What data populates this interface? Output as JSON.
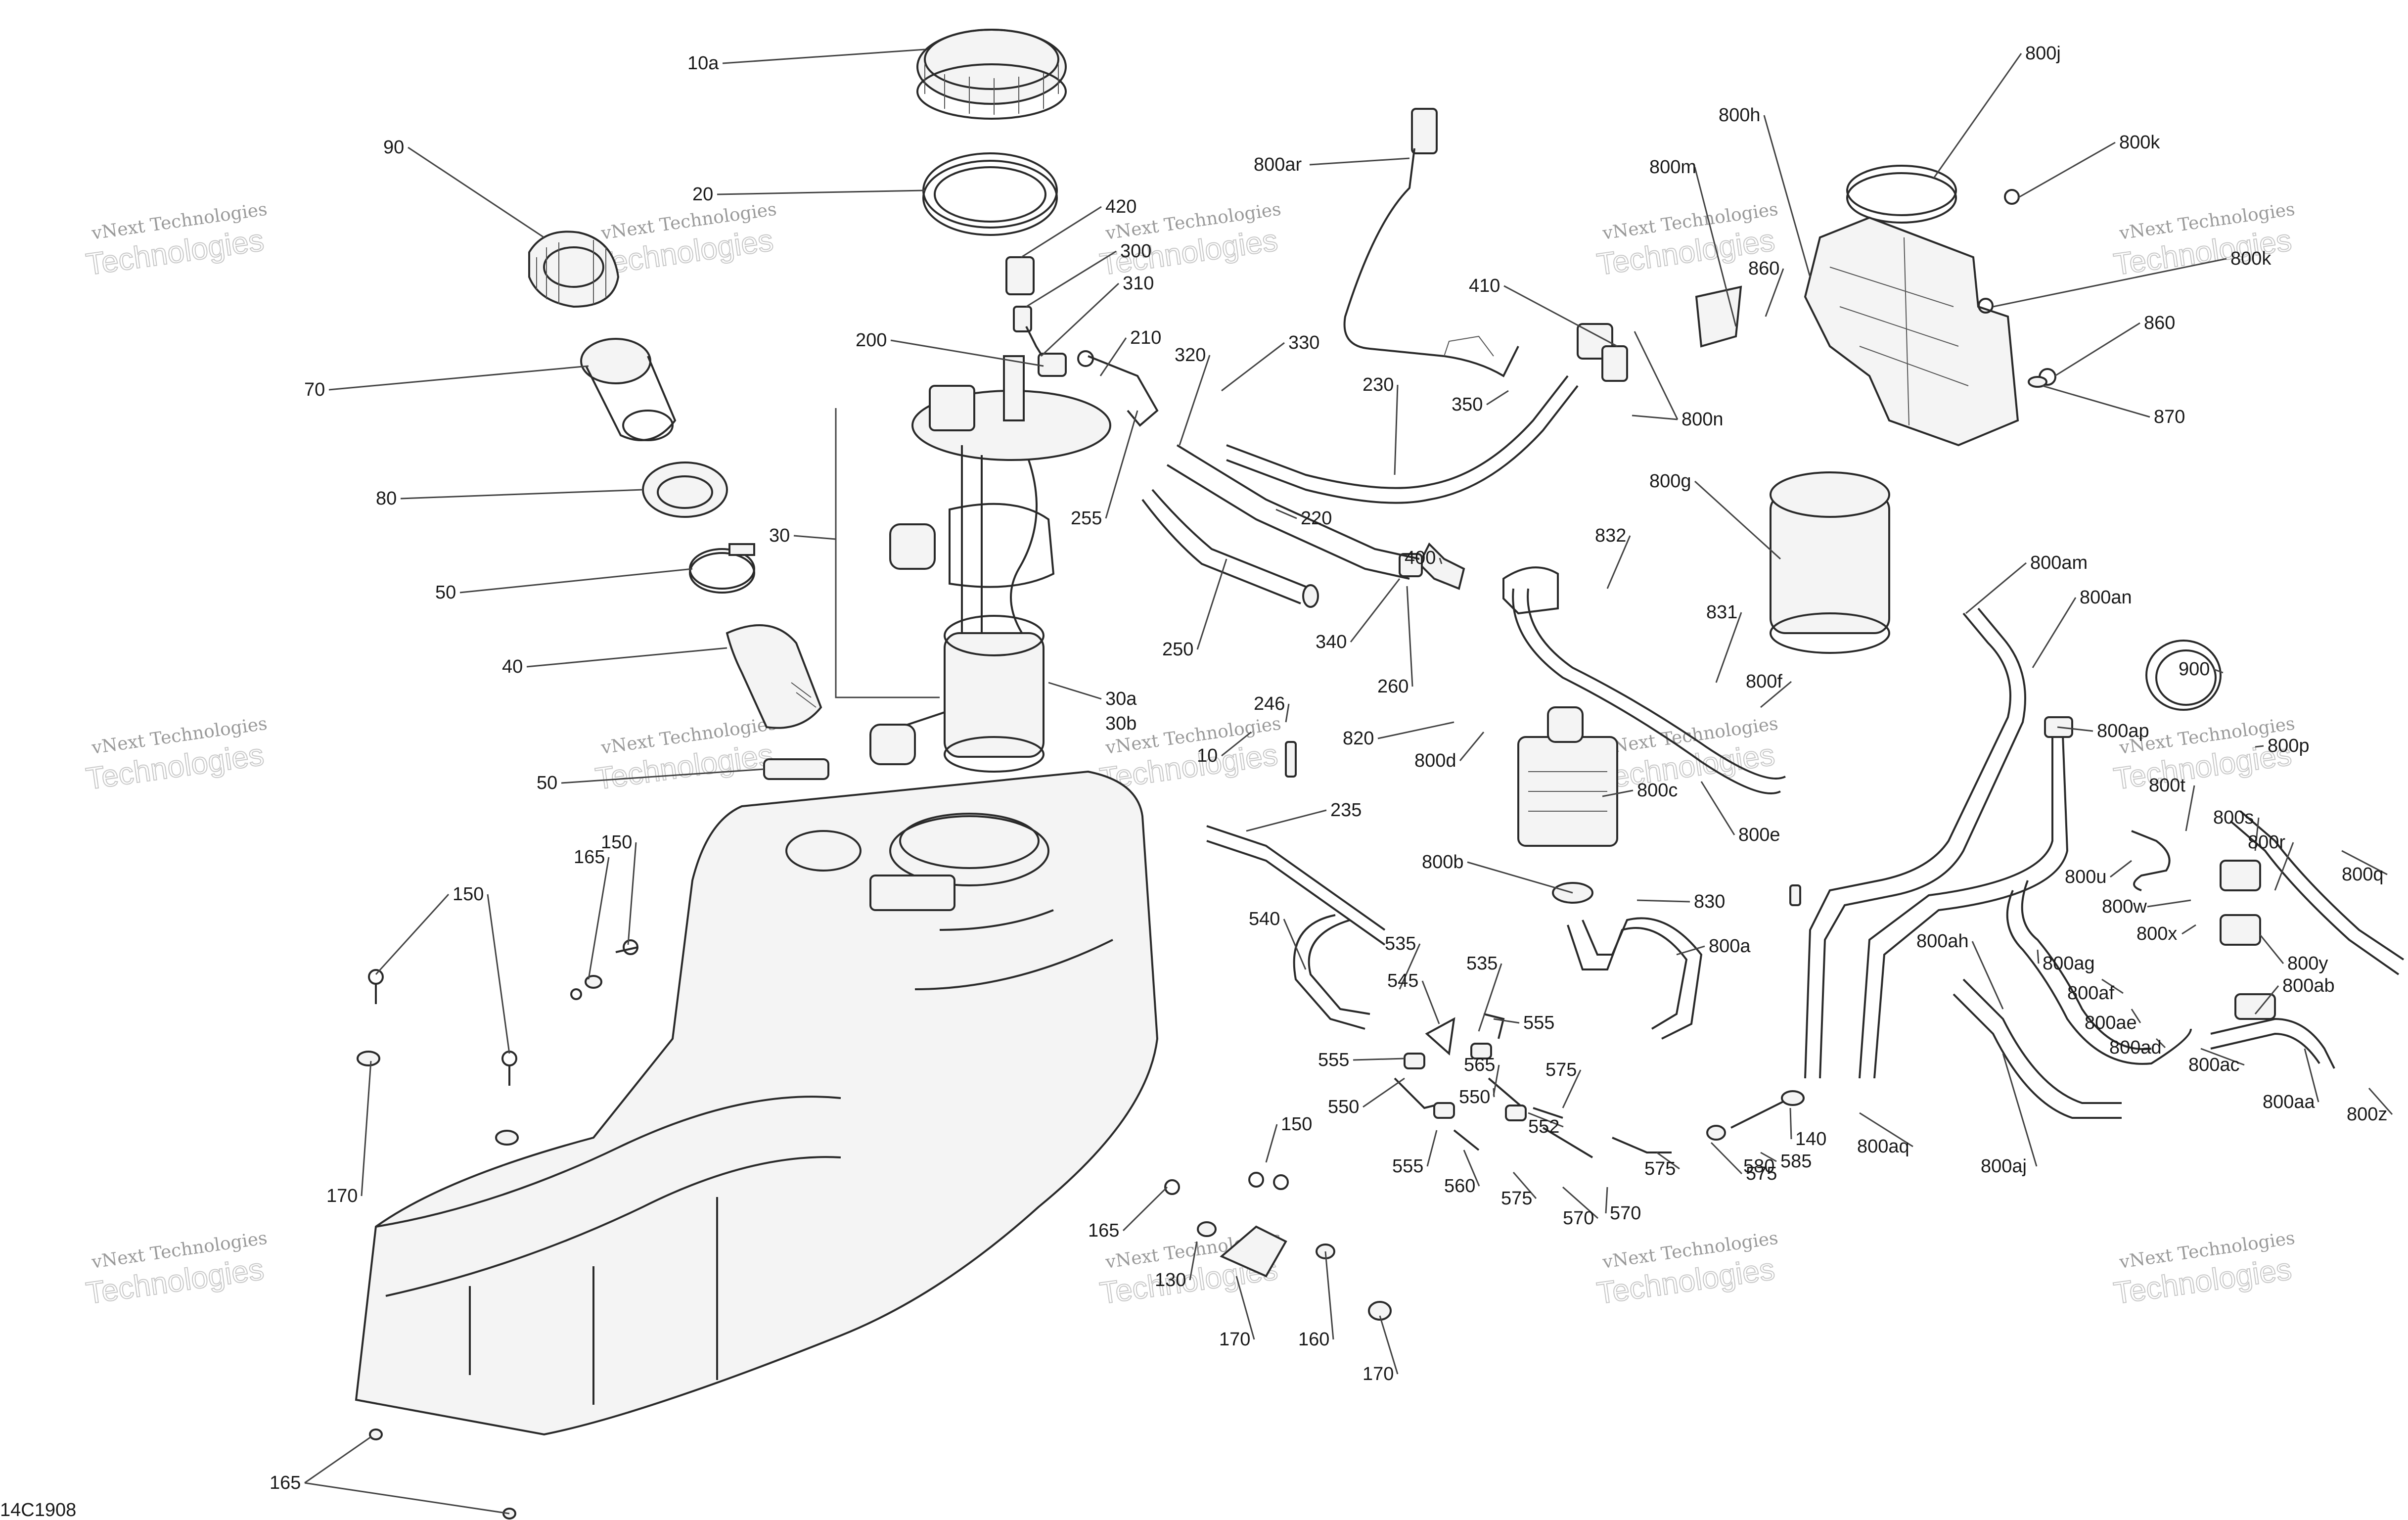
{
  "drawing_code": "14C1908",
  "watermark": {
    "line1": "vNext Technologies",
    "line2": "Technologies"
  },
  "callouts": [
    "10a",
    "90",
    "20",
    "420",
    "300",
    "310",
    "70",
    "200",
    "210",
    "320",
    "30",
    "80",
    "255",
    "50",
    "40",
    "30a",
    "30b",
    "50",
    "800ar",
    "330",
    "230",
    "410",
    "350",
    "800n",
    "220",
    "400",
    "250",
    "340",
    "260",
    "800h",
    "800m",
    "860",
    "800j",
    "800k",
    "800k",
    "860",
    "870",
    "800g",
    "832",
    "831",
    "800f",
    "820",
    "800d",
    "800c",
    "800b",
    "830",
    "800a",
    "800e",
    "800am",
    "800an",
    "900",
    "800ap",
    "800p",
    "800t",
    "800s",
    "800r",
    "800q",
    "800u",
    "800w",
    "800x",
    "800y",
    "800ag",
    "800af",
    "800ae",
    "800ad",
    "800ac",
    "800ab",
    "800ah",
    "800aa",
    "800z",
    "800aj",
    "800aq",
    "10",
    "246",
    "235",
    "540",
    "535",
    "545",
    "555",
    "535",
    "555",
    "565",
    "575",
    "550",
    "550",
    "552",
    "555",
    "560",
    "575",
    "570",
    "575",
    "570",
    "575",
    "580",
    "585",
    "140",
    "150",
    "165",
    "130",
    "170",
    "160",
    "170",
    "150",
    "150",
    "165",
    "170",
    "165"
  ]
}
